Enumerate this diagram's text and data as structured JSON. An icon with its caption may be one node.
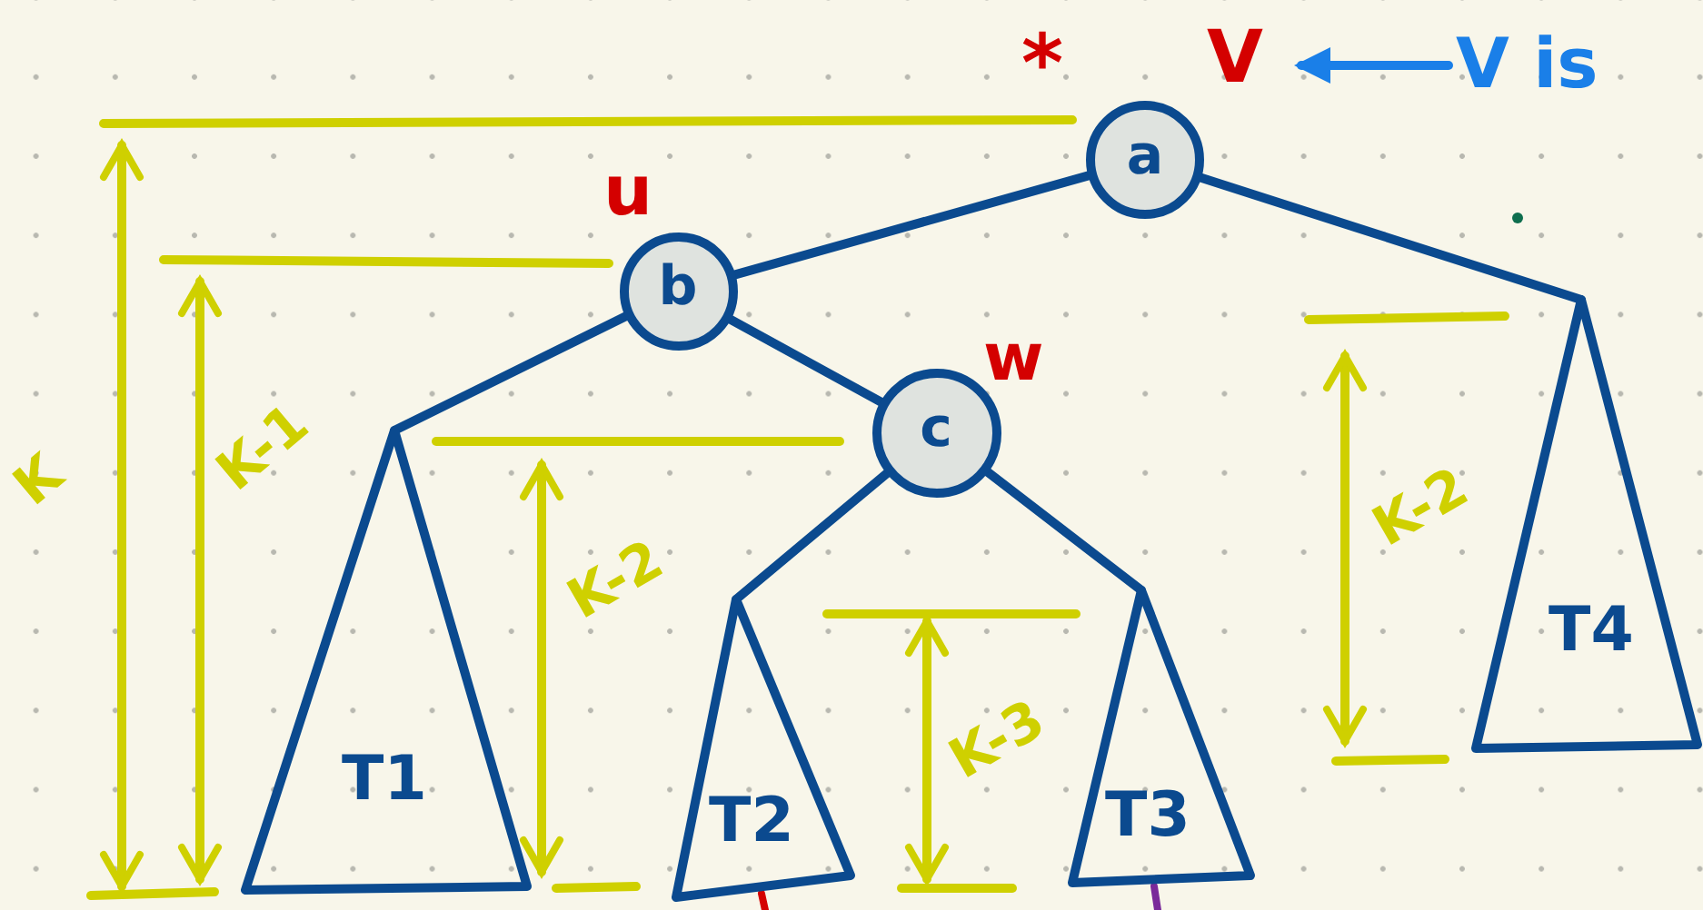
{
  "diagram": {
    "nodes": [
      {
        "text": [
          "a"
        ],
        "beside": [
          "*",
          "V"
        ]
      },
      {
        "text": [
          "b"
        ],
        "beside": [
          "u"
        ]
      },
      {
        "text": [
          "c"
        ],
        "beside": [
          "w"
        ]
      },
      {
        "text": [
          "T1"
        ]
      },
      {
        "text": [
          "T2"
        ]
      },
      {
        "text": [
          "T3"
        ]
      },
      {
        "text": [
          "T4"
        ]
      },
      {
        "text": [
          "V is"
        ]
      }
    ],
    "edges": [
      {
        "from": 0,
        "to": 1,
        "arrow": "none"
      },
      {
        "from": 0,
        "to": 6,
        "arrow": "none"
      },
      {
        "from": 1,
        "to": 3,
        "arrow": "none"
      },
      {
        "from": 1,
        "to": 2,
        "arrow": "none"
      },
      {
        "from": 2,
        "to": 4,
        "arrow": "none"
      },
      {
        "from": 2,
        "to": 5,
        "arrow": "none"
      },
      {
        "from": 7,
        "to": 0,
        "arrow": "to",
        "color": "#1a7fe8"
      }
    ],
    "labels": [
      "K",
      "K-1",
      "K-2",
      "K-3",
      "K-2"
    ]
  }
}
